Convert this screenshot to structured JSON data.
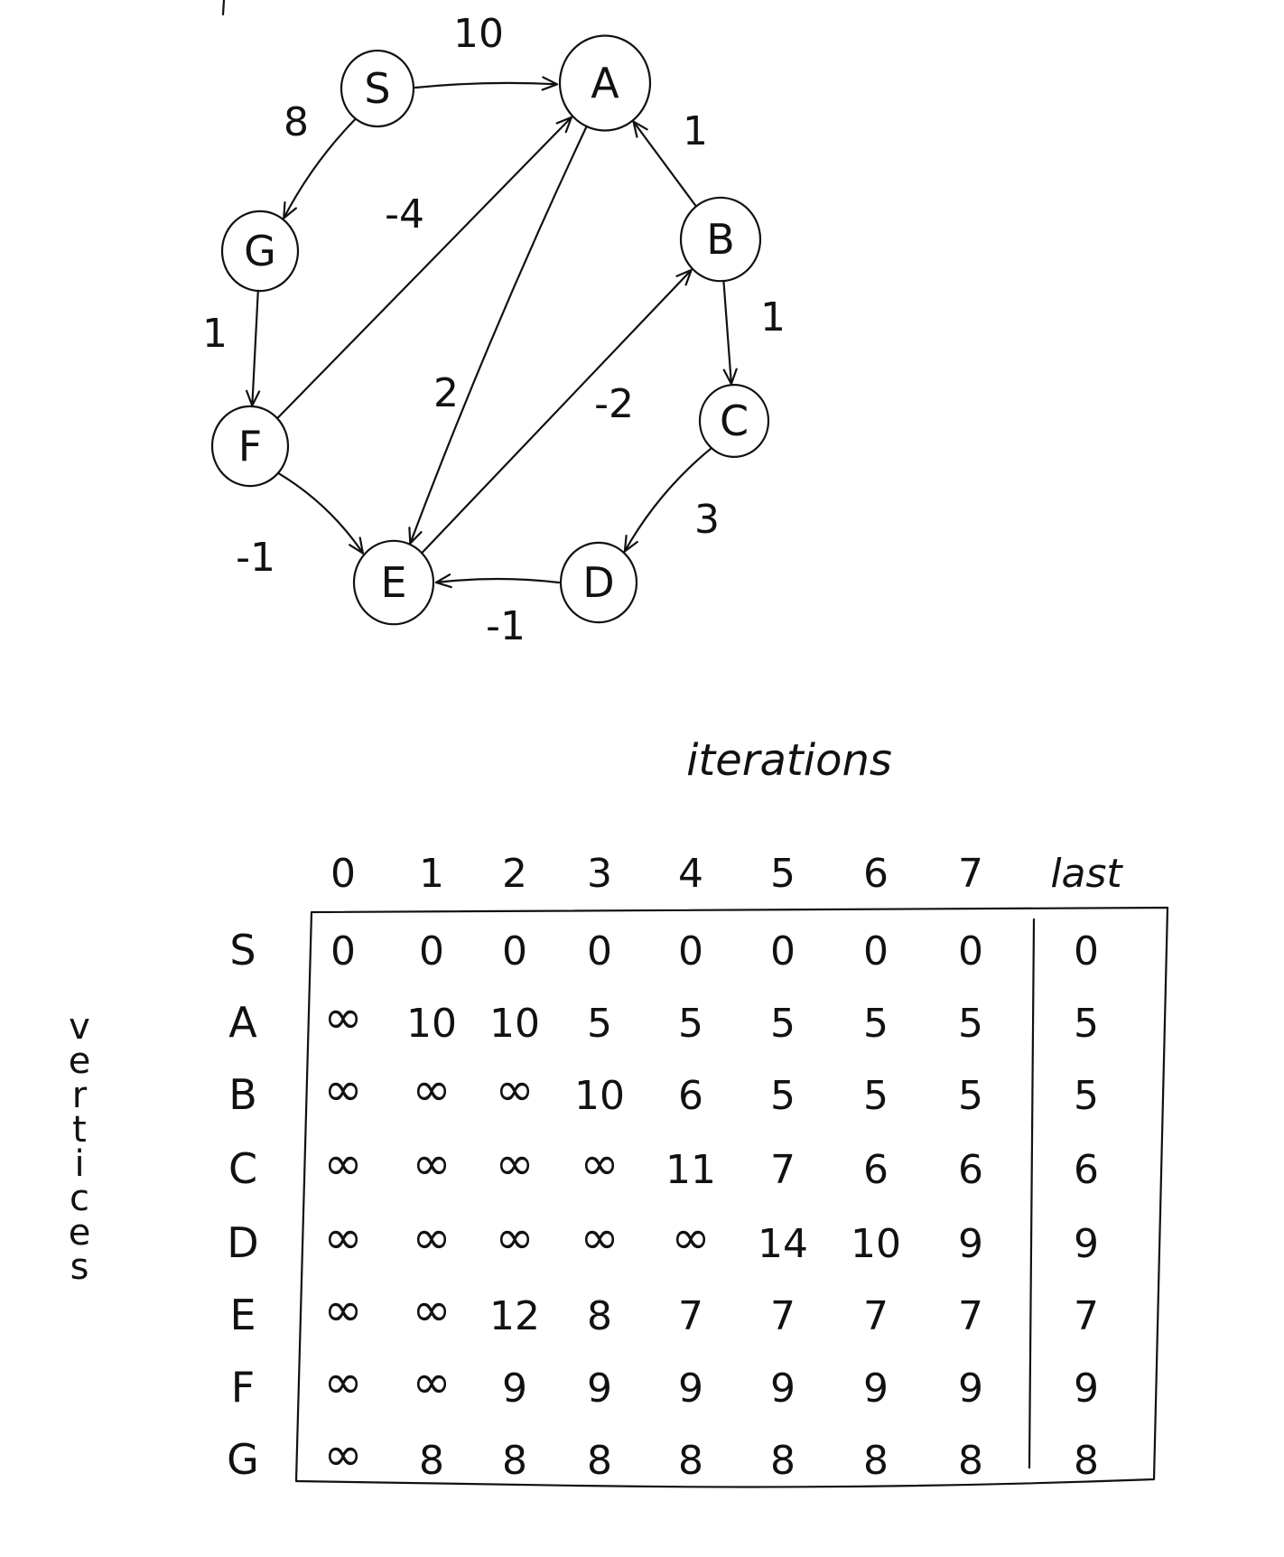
{
  "graph": {
    "nodes": [
      {
        "id": "S",
        "label": "S"
      },
      {
        "id": "A",
        "label": "A"
      },
      {
        "id": "B",
        "label": "B"
      },
      {
        "id": "C",
        "label": "C"
      },
      {
        "id": "D",
        "label": "D"
      },
      {
        "id": "E",
        "label": "E"
      },
      {
        "id": "F",
        "label": "F"
      },
      {
        "id": "G",
        "label": "G"
      }
    ],
    "edges": [
      {
        "from": "S",
        "to": "A",
        "weight": "10"
      },
      {
        "from": "S",
        "to": "G",
        "weight": "8"
      },
      {
        "from": "G",
        "to": "F",
        "weight": "1"
      },
      {
        "from": "F",
        "to": "A",
        "weight": "-4"
      },
      {
        "from": "F",
        "to": "E",
        "weight": "-1"
      },
      {
        "from": "A",
        "to": "E",
        "weight": "2"
      },
      {
        "from": "B",
        "to": "A",
        "weight": "1"
      },
      {
        "from": "B",
        "to": "C",
        "weight": "1"
      },
      {
        "from": "C",
        "to": "D",
        "weight": "3"
      },
      {
        "from": "D",
        "to": "E",
        "weight": "-1"
      },
      {
        "from": "E",
        "to": "B",
        "weight": "-2"
      }
    ]
  },
  "table": {
    "title": "iterations",
    "row_axis_label": "vertices",
    "columns": [
      "0",
      "1",
      "2",
      "3",
      "4",
      "5",
      "6",
      "7",
      "last"
    ],
    "rows": [
      {
        "vertex": "S",
        "values": [
          "0",
          "0",
          "0",
          "0",
          "0",
          "0",
          "0",
          "0",
          "0"
        ]
      },
      {
        "vertex": "A",
        "values": [
          "∞",
          "10",
          "10",
          "5",
          "5",
          "5",
          "5",
          "5",
          "5"
        ]
      },
      {
        "vertex": "B",
        "values": [
          "∞",
          "∞",
          "∞",
          "10",
          "6",
          "5",
          "5",
          "5",
          "5"
        ]
      },
      {
        "vertex": "C",
        "values": [
          "∞",
          "∞",
          "∞",
          "∞",
          "11",
          "7",
          "6",
          "6",
          "6"
        ]
      },
      {
        "vertex": "D",
        "values": [
          "∞",
          "∞",
          "∞",
          "∞",
          "∞",
          "14",
          "10",
          "9",
          "9"
        ]
      },
      {
        "vertex": "E",
        "values": [
          "∞",
          "∞",
          "12",
          "8",
          "7",
          "7",
          "7",
          "7",
          "7"
        ]
      },
      {
        "vertex": "F",
        "values": [
          "∞",
          "∞",
          "9",
          "9",
          "9",
          "9",
          "9",
          "9",
          "9"
        ]
      },
      {
        "vertex": "G",
        "values": [
          "∞",
          "8",
          "8",
          "8",
          "8",
          "8",
          "8",
          "8",
          "8"
        ]
      }
    ]
  }
}
